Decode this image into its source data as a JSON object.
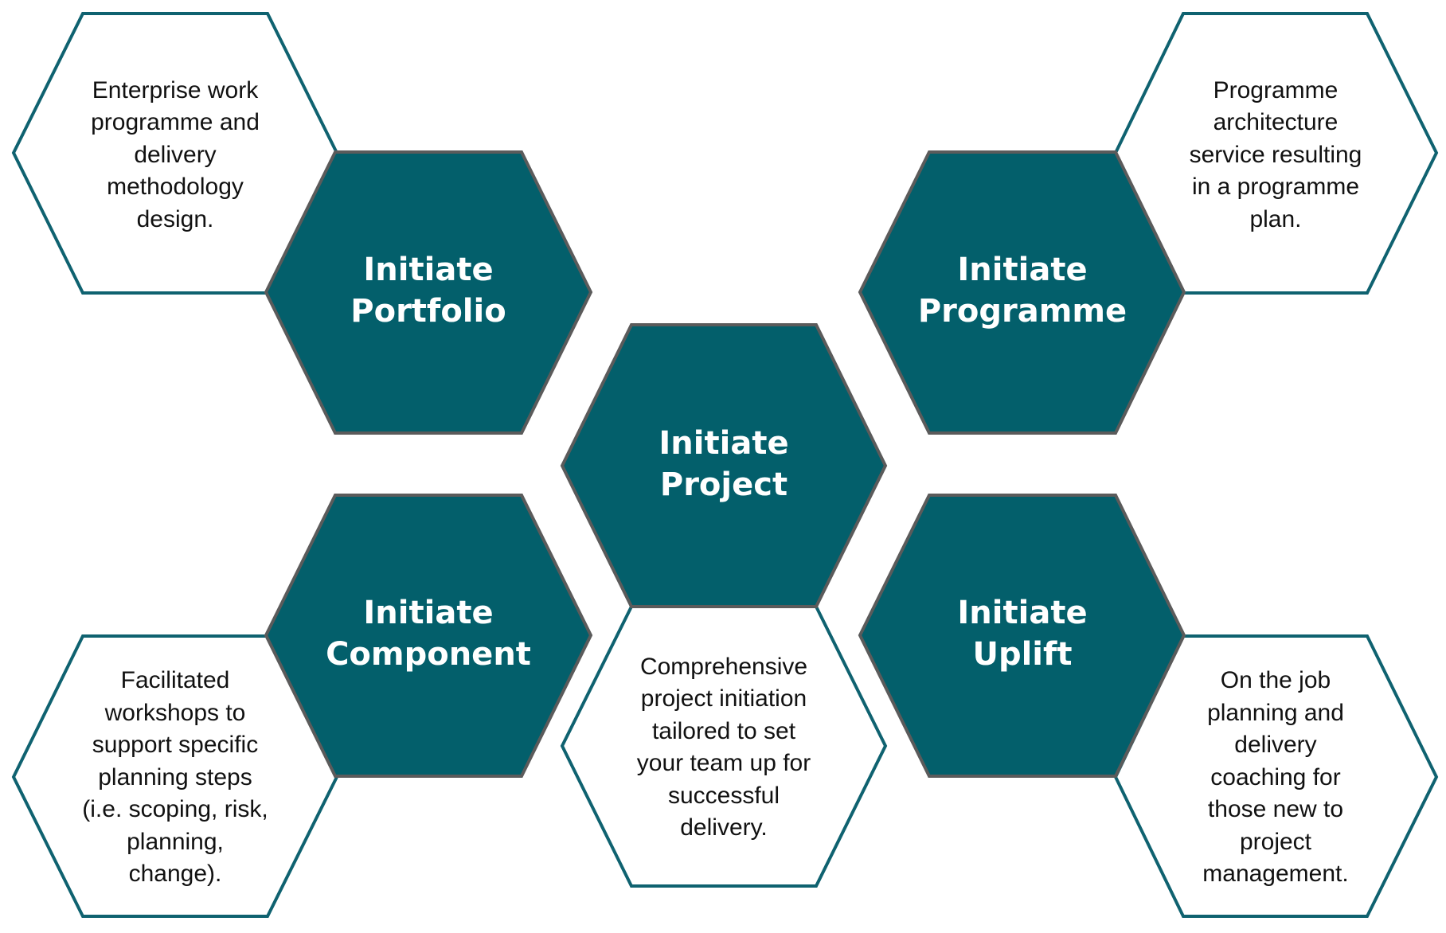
{
  "colors": {
    "teal_fill": "#035f6b",
    "teal_border": "#5b5b5b",
    "outline": "#0f6270",
    "title_text": "#ffffff",
    "desc_text": "#111111"
  },
  "services": [
    {
      "id": "portfolio",
      "title": "Initiate\nPortfolio",
      "description": "Enterprise work\nprogramme and\ndelivery\nmethodology\ndesign."
    },
    {
      "id": "programme",
      "title": "Initiate\nProgramme",
      "description": "Programme\narchitecture\nservice resulting\nin a programme\nplan."
    },
    {
      "id": "project",
      "title": "Initiate\nProject",
      "description": "Comprehensive\nproject initiation\ntailored to set\nyour team up for\nsuccessful\ndelivery."
    },
    {
      "id": "component",
      "title": "Initiate\nComponent",
      "description": "Facilitated\nworkshops to\nsupport specific\nplanning steps\n(i.e. scoping, risk,\nplanning,\nchange)."
    },
    {
      "id": "uplift",
      "title": "Initiate\nUplift",
      "description": "On the job\nplanning and\ndelivery\ncoaching for\nthose new to\nproject\nmanagement."
    }
  ]
}
